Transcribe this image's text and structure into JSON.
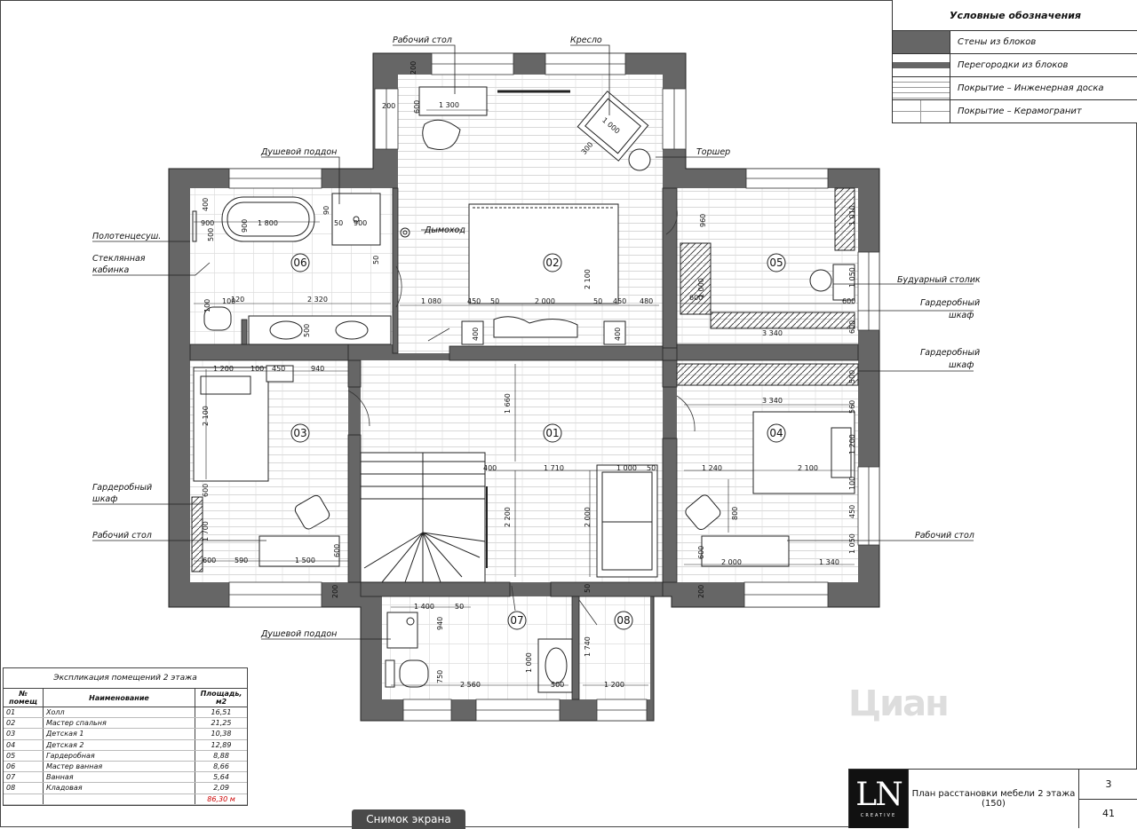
{
  "legend": {
    "title": "Условные обозначения",
    "items": [
      {
        "label": "Стены из блоков",
        "kind": "wall"
      },
      {
        "label": "Перегородки из блоков",
        "kind": "partition"
      },
      {
        "label": "Покрытие – Инженерная доска",
        "kind": "wood"
      },
      {
        "label": "Покрытие – Керамогранит",
        "kind": "tile"
      }
    ]
  },
  "explication": {
    "title": "Экспликация помещений 2 этажа",
    "headers": [
      "№ помещ",
      "Наименование",
      "Площадь, м2"
    ],
    "rows": [
      {
        "num": "01",
        "name": "Холл",
        "area": "16,51"
      },
      {
        "num": "02",
        "name": "Мастер спальня",
        "area": "21,25"
      },
      {
        "num": "03",
        "name": "Детская 1",
        "area": "10,38"
      },
      {
        "num": "04",
        "name": "Детская 2",
        "area": "12,89"
      },
      {
        "num": "05",
        "name": "Гардеробная",
        "area": "8,88"
      },
      {
        "num": "06",
        "name": "Мастер ванная",
        "area": "8,66"
      },
      {
        "num": "07",
        "name": "Ванная",
        "area": "5,64"
      },
      {
        "num": "08",
        "name": "Кладовая",
        "area": "2,09"
      }
    ],
    "total": "86,30 м"
  },
  "title_block": {
    "logo_text": "LN",
    "logo_sub": "CREATIVE",
    "name_line1": "План расстановки мебели 2 этажа",
    "name_line2": "(150)",
    "sheet": "3",
    "total_sheets": "41"
  },
  "room_labels": [
    "01",
    "02",
    "03",
    "04",
    "05",
    "06",
    "07",
    "08"
  ],
  "callouts": {
    "desk_top": "Рабочий стол",
    "armchair": "Кресло",
    "shower_tray_top": "Душевой поддон",
    "floor_lamp": "Торшер",
    "towel_rail": "Полотенцесуш.",
    "glass_cabin_1": "Стеклянная",
    "glass_cabin_2": "кабинка",
    "chimney": "Дымоход",
    "vanity_table": "Будуарный столик",
    "wardrobe_a1": "Гардеробный",
    "wardrobe_a2": "шкаф",
    "wardrobe_b1": "Гардеробный",
    "wardrobe_b2": "шкаф",
    "wardrobe_left1": "Гардеробный",
    "wardrobe_left2": "шкаф",
    "desk_left": "Рабочий стол",
    "desk_right": "Рабочий стол",
    "shower_tray_bottom": "Душевой поддон"
  },
  "dimensions": {
    "d200a": "200",
    "d200b": "200",
    "d600a": "600",
    "d1300": "1 300",
    "d1000a": "1 000",
    "d300": "300",
    "d1800": "1 800",
    "d900a": "900",
    "d900b": "900",
    "d90": "90",
    "d50a": "50",
    "d400a": "400",
    "d500a": "500",
    "d900c": "900",
    "d960": "960",
    "d1010": "1 010",
    "d1050a": "1 050",
    "d600b": "600",
    "d600c": "600",
    "d1000b": "1 000",
    "d100a": "100",
    "d120": "120",
    "d2320": "2 320",
    "d500b": "500",
    "d1080": "1 080",
    "d450a": "450",
    "d50b": "50",
    "d2000a": "2 000",
    "d50c": "50",
    "d450b": "450",
    "d480": "480",
    "d2100a": "2 100",
    "d400b": "400",
    "d400c": "400",
    "d3340a": "3 340",
    "d1200a": "1 200",
    "d100b": "100",
    "d450c": "450",
    "d940a": "940",
    "d500c": "500",
    "d2100b": "2 100",
    "d1660": "1 660",
    "d3340b": "3 340",
    "d560": "560",
    "d1200b": "1 200",
    "d100c": "100",
    "d2100c": "2 100",
    "d1240": "1 240",
    "d400d": "400",
    "d1710": "1 710",
    "d1000c": "1 000",
    "d50d": "50",
    "d600d": "600",
    "d1700": "1 700",
    "d600e": "600",
    "d590": "590",
    "d1500": "1 500",
    "d600f": "600",
    "d2200": "2 200",
    "d2000b": "2 000",
    "d800": "800",
    "d450d": "450",
    "d600g": "600",
    "d2000c": "2 000",
    "d1050b": "1 050",
    "d1340": "1 340",
    "d200c": "200",
    "d200d": "200",
    "d50e": "50",
    "d1400": "1 400",
    "d50f": "50",
    "d940b": "940",
    "d1000d": "1 000",
    "d750": "750",
    "d2560": "2 560",
    "d500d": "500",
    "d1740": "1 740",
    "d1200c": "1 200",
    "d50g": "50"
  },
  "screenshot_badge": "Снимок экрана",
  "watermark": "Циан"
}
